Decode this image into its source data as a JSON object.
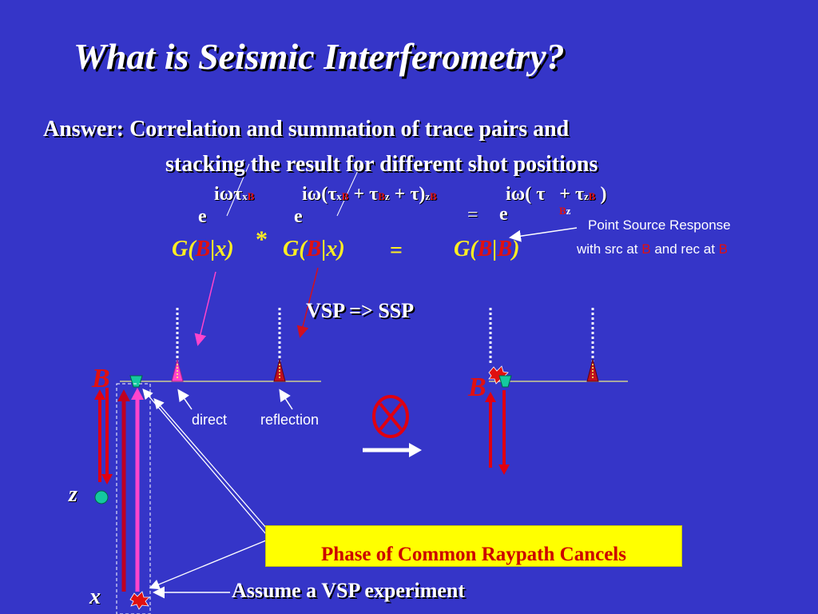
{
  "slide": {
    "title": "What is Seismic Interferometry?",
    "answer_line1": "Answer: Correlation and summation of  trace pairs and",
    "answer_line2": "stacking the result for different shot positions",
    "formula": {
      "e": "e",
      "omega_tau": "iωτ",
      "sub_x": "x",
      "sub_B": "B",
      "omega_paren": "iω(τ",
      "plus_tau": " + τ",
      "plus_tau2": " + τ)",
      "sub_Bz": "z",
      "sub_z": "z",
      "equals": "=",
      "omega_paren2": "iω( τ",
      "close": " )"
    },
    "green_function": {
      "G_open": "G(",
      "B": "B",
      "bar_x": "|x)",
      "star": "*",
      "equals": "=",
      "bar": "|",
      "close": ")"
    },
    "note_line1": "Point Source Response",
    "note_line2_prefix": "with src at ",
    "note_B": "B",
    "note_line2_mid": " and rec at ",
    "vsp_ssp": "VSP   =>  SSP",
    "direct_label": "direct",
    "reflection_label": "reflection",
    "label_B_left": "B",
    "label_B_right": "B",
    "label_z": "z",
    "label_x": "x",
    "banner_text": "Phase of Common Raypath Cancels",
    "assume_text": "Assume a VSP experiment"
  },
  "colors": {
    "background": "#3535c8",
    "yellow": "#ffee22",
    "red": "#e01010",
    "dark_red": "#b00010",
    "pink": "#ff44cc",
    "teal": "#14c8a0",
    "banner": "#ffff00"
  }
}
